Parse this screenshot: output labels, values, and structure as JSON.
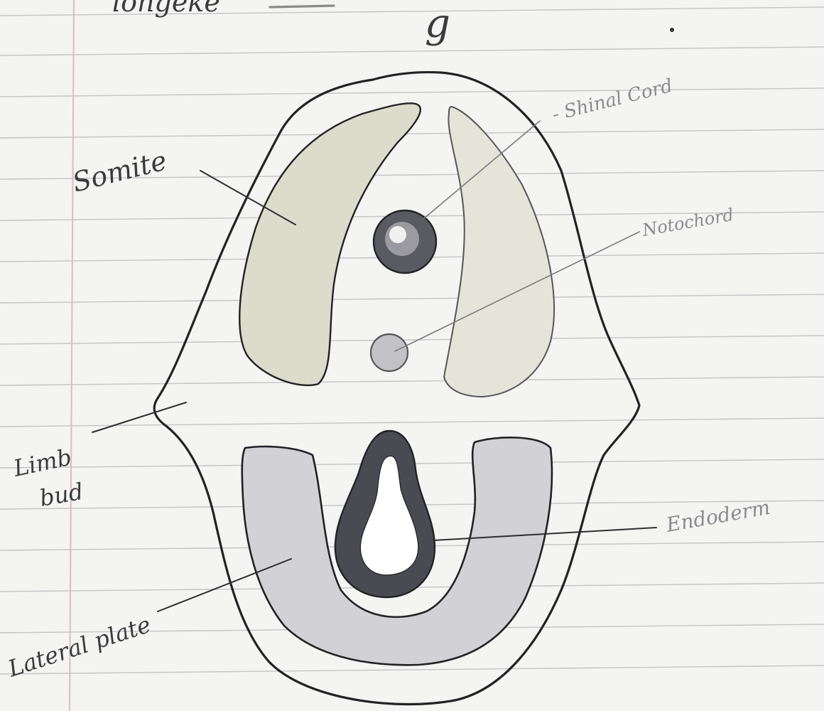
{
  "header": {
    "fragment_left": "longeke",
    "fragment_right": "g"
  },
  "labels": {
    "somite": "Somite",
    "spinal_cord": "- Shinal Cord",
    "notochord": "Notochord",
    "limb_bud_line1": "Limb",
    "limb_bud_line2": "bud",
    "endoderm": "Endoderm",
    "lateral_plate": "Lateral plate"
  },
  "colors": {
    "paper": "#f4f4f2",
    "ruled_line": "#c4c4c8",
    "margin_line": "#e3b7c4",
    "ink": "#222226",
    "somite_fill": "#dcdccc",
    "somite_fill_right": "#e4e4d8",
    "lateral_plate_fill": "#d2d2d6",
    "endoderm_fill": "#4a4a52",
    "spinal_cord_fill": "#5a5a62",
    "notochord_fill": "#c2c2c6"
  }
}
